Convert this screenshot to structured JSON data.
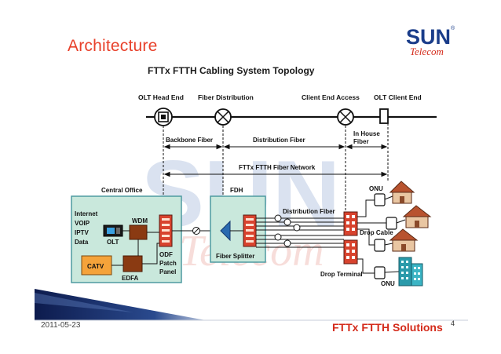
{
  "slide": {
    "title": "Architecture",
    "date": "2011-05-23",
    "solutions": "FTTx FTTH Solutions",
    "page_number": "4"
  },
  "logo": {
    "brand": "SUN",
    "script": "Telecom",
    "registered": "®"
  },
  "diagram": {
    "title": "FTTx FTTH Cabling System Topology",
    "stages": {
      "olt_head_end": "OLT Head End",
      "fiber_distribution": "Fiber Distribution",
      "client_end_access": "Client End Access",
      "olt_client_end": "OLT Client End"
    },
    "segments": {
      "backbone": "Backbone Fiber",
      "distribution": "Distribution Fiber",
      "in_house_line1": "In House",
      "in_house_line2": "Fiber",
      "network": "FTTx FTTH Fiber Network"
    },
    "central_office": {
      "label": "Central Office",
      "services": [
        "Internet",
        "VOIP",
        "IPTV",
        "Data"
      ],
      "wdm": "WDM",
      "olt": "OLT",
      "catv": "CATV",
      "edfa": "EDFA",
      "odf_line1": "ODF",
      "odf_line2": "Patch",
      "odf_line3": "Panel"
    },
    "fdh": {
      "label": "FDH",
      "splitter": "Fiber Splitter"
    },
    "access": {
      "distribution_fiber": "Distribution Fiber",
      "drop_cable": "Drop Cable",
      "drop_terminal": "Drop Terminal",
      "onu_top": "ONU",
      "onu_bottom": "ONU"
    }
  },
  "colors": {
    "title_red": "#e8402a",
    "logo_blue": "#1a3d8a",
    "logo_red": "#d42a1a",
    "office_fill": "#c9e8dc",
    "office_border": "#4e9aa0",
    "patch_red": "#d8432e",
    "wdm_brown": "#8a3a12",
    "catv_orange": "#f5a33a",
    "house_brown": "#c9835a",
    "building_teal": "#2a9aaa",
    "footer_red": "#d42a1a",
    "swoosh_blue": "#1b2e6e"
  }
}
